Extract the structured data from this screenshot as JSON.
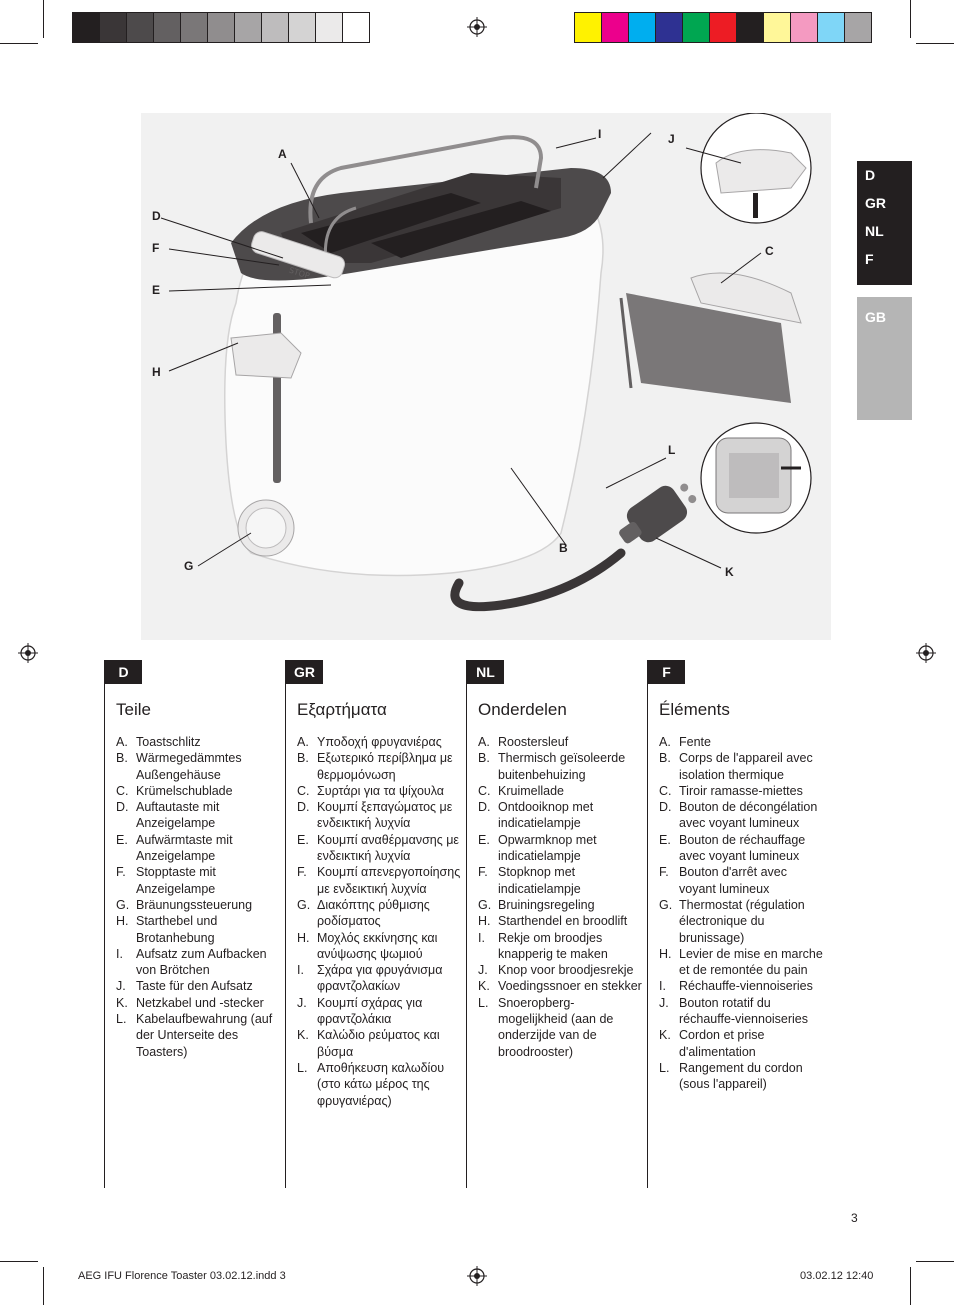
{
  "colors": {
    "gray_scale": [
      "#231f20",
      "#3a3637",
      "#4d4a4b",
      "#636061",
      "#7a7778",
      "#908d8e",
      "#a7a5a6",
      "#bebcbd",
      "#d4d3d3",
      "#ebeaea",
      "#ffffff"
    ],
    "process": [
      "#fff200",
      "#ec008c",
      "#00aeef",
      "#2e3192",
      "#00a651",
      "#ed1c24",
      "#231f20",
      "#fff799",
      "#f49ac1",
      "#7fd6f7",
      "#a7a5a6"
    ]
  },
  "side_tabs": [
    "D",
    "GR",
    "NL",
    "F"
  ],
  "side_tab_active": "GB",
  "callouts": {
    "A": "A",
    "B": "B",
    "C": "C",
    "D": "D",
    "E": "E",
    "F": "F",
    "G": "G",
    "H": "H",
    "I": "I",
    "J": "J",
    "K": "K",
    "L": "L"
  },
  "toaster_buttons": {
    "stop": "STOP"
  },
  "columns": [
    {
      "lang": "D",
      "title": "Teile",
      "items": [
        {
          "k": "A.",
          "t": "Toastschlitz"
        },
        {
          "k": "B.",
          "t": "Wärmegedämmtes Außengehäuse"
        },
        {
          "k": "C.",
          "t": "Krümelschublade"
        },
        {
          "k": "D.",
          "t": "Auftautaste mit Anzeigelampe"
        },
        {
          "k": "E.",
          "t": "Aufwärmtaste mit Anzeigelampe"
        },
        {
          "k": "F.",
          "t": "Stopptaste mit Anzeigelampe"
        },
        {
          "k": "G.",
          "t": "Bräunungssteuerung"
        },
        {
          "k": "H.",
          "t": "Starthebel und Brotanhebung"
        },
        {
          "k": "I.",
          "t": "Aufsatz zum Aufbacken von Brötchen"
        },
        {
          "k": "J.",
          "t": "Taste für den Aufsatz"
        },
        {
          "k": "K.",
          "t": "Netzkabel und -stecker"
        },
        {
          "k": "L.",
          "t": "Kabelaufbewahrung (auf der Unterseite des Toasters)"
        }
      ]
    },
    {
      "lang": "GR",
      "title": "Εξαρτήματα",
      "items": [
        {
          "k": "A.",
          "t": "Υποδοχή φρυγανιέρας"
        },
        {
          "k": "B.",
          "t": "Εξωτερικό περίβλημα με θερμομόνωση"
        },
        {
          "k": "C.",
          "t": "Συρτάρι για τα ψίχουλα"
        },
        {
          "k": "D.",
          "t": "Κουμπί ξεπαγώματος με ενδεικτική λυχνία"
        },
        {
          "k": "E.",
          "t": "Κουμπί αναθέρμανσης με ενδεικτική λυχνία"
        },
        {
          "k": "F.",
          "t": "Κουμπί απενεργοποίησης με ενδεικτική λυχνία"
        },
        {
          "k": "G.",
          "t": "Διακόπτης ρύθμισης ροδίσματος"
        },
        {
          "k": "H.",
          "t": "Μοχλός εκκίνησης και ανύψωσης ψωμιού"
        },
        {
          "k": "I.",
          "t": "Σχάρα για φρυγάνισμα φραντζολακίων"
        },
        {
          "k": "J.",
          "t": "Κουμπί σχάρας για φραντζολάκια"
        },
        {
          "k": "K.",
          "t": "Καλώδιο ρεύματος και βύσμα"
        },
        {
          "k": "L.",
          "t": "Αποθήκευση καλωδίου (στο κάτω μέρος της φρυγανιέρας)"
        }
      ]
    },
    {
      "lang": "NL",
      "title": "Onderdelen",
      "items": [
        {
          "k": "A.",
          "t": "Roostersleuf"
        },
        {
          "k": "B.",
          "t": "Thermisch geïsoleerde buitenbehuizing"
        },
        {
          "k": "C.",
          "t": "Kruimellade"
        },
        {
          "k": "D.",
          "t": "Ontdooiknop met indicatielampje"
        },
        {
          "k": "E.",
          "t": "Opwarmknop met indicatielampje"
        },
        {
          "k": "F.",
          "t": "Stopknop met indicatielampje"
        },
        {
          "k": "G.",
          "t": "Bruiningsregeling"
        },
        {
          "k": "H.",
          "t": "Starthendel en broodlift"
        },
        {
          "k": "I.",
          "t": "Rekje om broodjes knapperig te maken"
        },
        {
          "k": "J.",
          "t": "Knop voor broodjesrekje"
        },
        {
          "k": "K.",
          "t": "Voedingssnoer en stekker"
        },
        {
          "k": "L.",
          "t": "Snoeropberg-mogelijkheid (aan de onderzijde van de broodrooster)"
        }
      ]
    },
    {
      "lang": "F",
      "title": "Éléments",
      "items": [
        {
          "k": "A.",
          "t": "Fente"
        },
        {
          "k": "B.",
          "t": "Corps de l'appareil avec isolation thermique"
        },
        {
          "k": "C.",
          "t": "Tiroir ramasse-miettes"
        },
        {
          "k": "D.",
          "t": "Bouton de décongélation avec voyant lumineux"
        },
        {
          "k": "E.",
          "t": "Bouton de réchauffage avec voyant lumineux"
        },
        {
          "k": "F.",
          "t": "Bouton d'arrêt avec voyant lumineux"
        },
        {
          "k": "G.",
          "t": "Thermostat (régulation électronique du brunissage)"
        },
        {
          "k": "H.",
          "t": "Levier de mise en marche et de remontée du pain"
        },
        {
          "k": "I.",
          "t": "Réchauffe-viennoiseries"
        },
        {
          "k": "J.",
          "t": "Bouton rotatif du réchauffe-viennoiseries"
        },
        {
          "k": "K.",
          "t": "Cordon et prise d'alimentation"
        },
        {
          "k": "L.",
          "t": "Rangement du cordon (sous l'appareil)"
        }
      ]
    }
  ],
  "page_number": "3",
  "footer": {
    "left": "AEG IFU Florence Toaster 03.02.12.indd   3",
    "right": "03.02.12   12:40"
  }
}
